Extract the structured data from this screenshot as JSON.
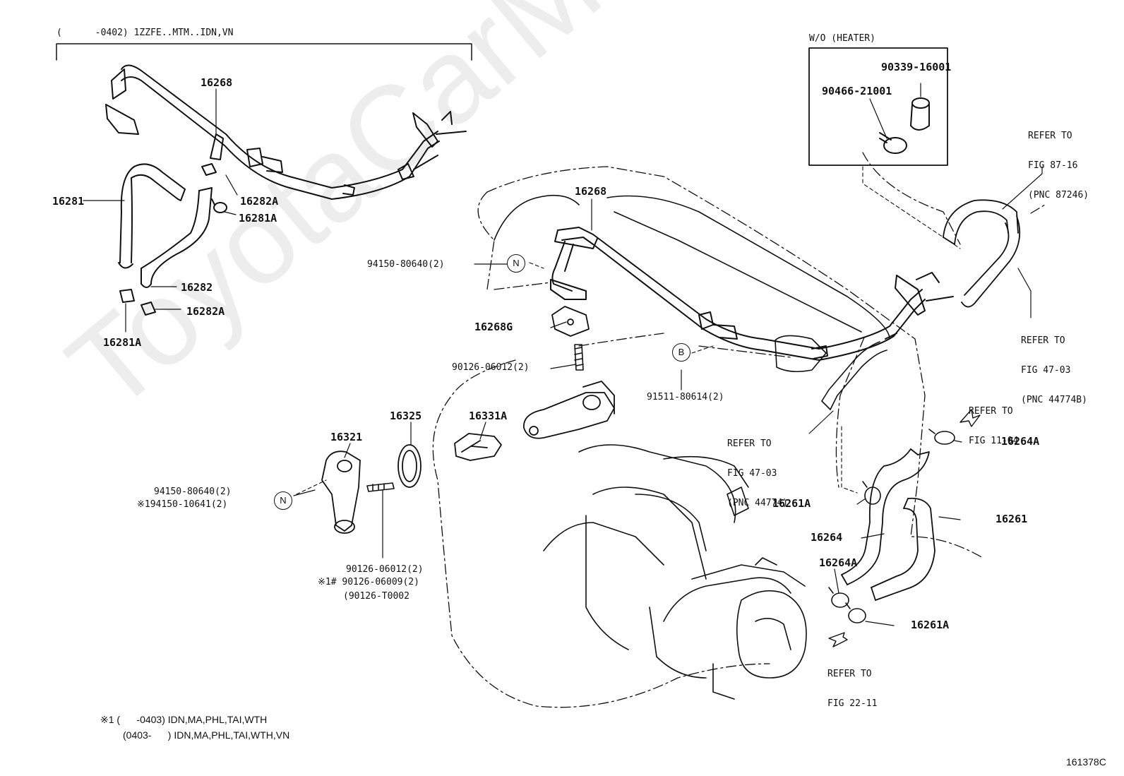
{
  "header": {
    "applicability": "(      -0402) 1ZZFE..MTM..IDN,VN"
  },
  "inset": {
    "title": "W/O (HEATER)",
    "part_cap": "90339-16001",
    "part_clamp": "90466-21001"
  },
  "refs": {
    "fig_87_16": [
      "REFER TO",
      "FIG 87-16",
      "(PNC 87246)"
    ],
    "fig_47_03_upper": [
      "REFER TO",
      "FIG 47-03",
      "(PNC 44774B)"
    ],
    "fig_47_03_lower": [
      "REFER TO",
      "FIG 47-03",
      "(PNC 44774)"
    ],
    "fig_11_04": [
      "REFER TO",
      "FIG 11-04"
    ],
    "fig_22_11": [
      "REFER TO",
      "FIG 22-11"
    ]
  },
  "parts": {
    "p16268_top": "16268",
    "p16282A_top": "16282A",
    "p16281": "16281",
    "p16281A_top": "16281A",
    "p16282": "16282",
    "p16282A_bottom": "16282A",
    "p16281A_bottom": "16281A",
    "p16268_main": "16268",
    "p94150_upper": "94150-80640(2)",
    "p16268G": "16268G",
    "p90126_upper": "90126-06012(2)",
    "p91511": "91511-80614(2)",
    "p16325": "16325",
    "p16331A": "16331A",
    "p16321": "16321",
    "p94150_lower": "94150-80640(2)",
    "p194150": "※194150-10641(2)",
    "p90126_lower_a": "90126-06012(2)",
    "p90126_lower_b": "※1# 90126-06009(2)",
    "p90126_lower_c": "(90126-T0002",
    "p16264A_right": "16264A",
    "p16261A_mid": "16261A",
    "p16261": "16261",
    "p16264": "16264",
    "p16264A_lower": "16264A",
    "p16261A_lower": "16261A"
  },
  "markers": {
    "n": "N",
    "b": "B"
  },
  "footnote": {
    "line1": "※1 (      -0403) IDN,MA,PHL,TAI,WTH",
    "line2": "(0403-      ) IDN,MA,PHL,TAI,WTH,VN"
  },
  "figure_id": "161378C",
  "watermark": "ToyotaCarMine.ru"
}
